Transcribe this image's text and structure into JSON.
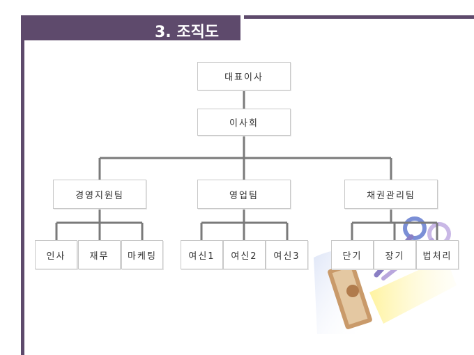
{
  "slide": {
    "title": "3. 조직도",
    "accent_color": "#5e4a6c",
    "connector_color": "#7a7a7a"
  },
  "org_chart": {
    "root": "대표이사",
    "board": "이사회",
    "teams": [
      {
        "name": "경영지원팀",
        "units": [
          "인사",
          "재무",
          "마케팅"
        ]
      },
      {
        "name": "영업팀",
        "units": [
          "여신1",
          "여신2",
          "여신3"
        ]
      },
      {
        "name": "채권관리팀",
        "units": [
          "단기",
          "장기",
          "법처리"
        ]
      }
    ]
  }
}
